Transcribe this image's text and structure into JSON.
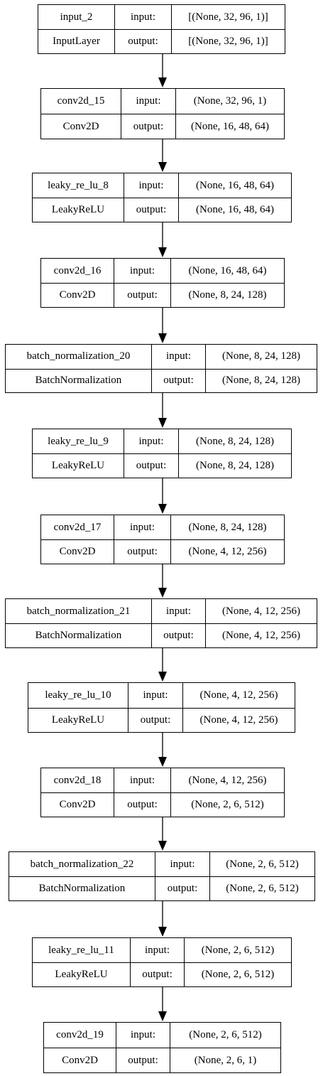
{
  "layers": [
    {
      "name": "input_2",
      "type": "InputLayer",
      "input": "[(None, 32, 96, 1)]",
      "output": "[(None, 32, 96, 1)]"
    },
    {
      "name": "conv2d_15",
      "type": "Conv2D",
      "input": "(None, 32, 96, 1)",
      "output": "(None, 16, 48, 64)"
    },
    {
      "name": "leaky_re_lu_8",
      "type": "LeakyReLU",
      "input": "(None, 16, 48, 64)",
      "output": "(None, 16, 48, 64)"
    },
    {
      "name": "conv2d_16",
      "type": "Conv2D",
      "input": "(None, 16, 48, 64)",
      "output": "(None, 8, 24, 128)"
    },
    {
      "name": "batch_normalization_20",
      "type": "BatchNormalization",
      "input": "(None, 8, 24, 128)",
      "output": "(None, 8, 24, 128)"
    },
    {
      "name": "leaky_re_lu_9",
      "type": "LeakyReLU",
      "input": "(None, 8, 24, 128)",
      "output": "(None, 8, 24, 128)"
    },
    {
      "name": "conv2d_17",
      "type": "Conv2D",
      "input": "(None, 8, 24, 128)",
      "output": "(None, 4, 12, 256)"
    },
    {
      "name": "batch_normalization_21",
      "type": "BatchNormalization",
      "input": "(None, 4, 12, 256)",
      "output": "(None, 4, 12, 256)"
    },
    {
      "name": "leaky_re_lu_10",
      "type": "LeakyReLU",
      "input": "(None, 4, 12, 256)",
      "output": "(None, 4, 12, 256)"
    },
    {
      "name": "conv2d_18",
      "type": "Conv2D",
      "input": "(None, 4, 12, 256)",
      "output": "(None, 2, 6, 512)"
    },
    {
      "name": "batch_normalization_22",
      "type": "BatchNormalization",
      "input": "(None, 2, 6, 512)",
      "output": "(None, 2, 6, 512)"
    },
    {
      "name": "leaky_re_lu_11",
      "type": "LeakyReLU",
      "input": "(None, 2, 6, 512)",
      "output": "(None, 2, 6, 512)"
    },
    {
      "name": "conv2d_19",
      "type": "Conv2D",
      "input": "(None, 2, 6, 512)",
      "output": "(None, 2, 6, 1)"
    }
  ],
  "labels": {
    "input": "input:",
    "output": "output:"
  }
}
